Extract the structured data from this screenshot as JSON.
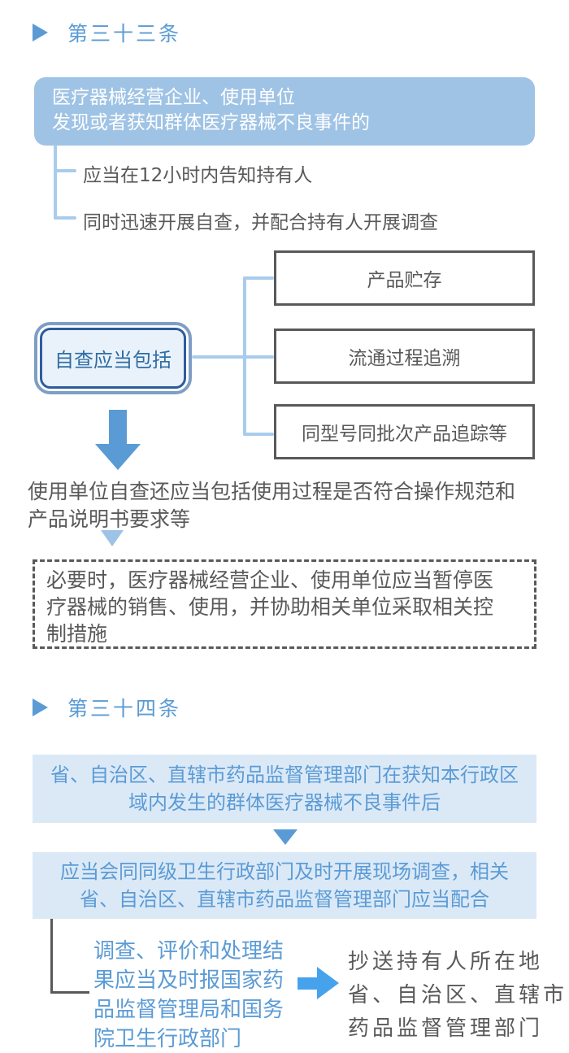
{
  "colors": {
    "accent_blue": "#5B9BD5",
    "intro_box_fill": "#9FC3E5",
    "connector_light_blue": "#A9CCED",
    "dark_gray": "#595959",
    "self_check_fill": "#E9F2FB",
    "self_check_border_outer": "#7E9EC6",
    "self_check_border_inner": "#2D5C9E",
    "self_check_text": "#2E6DA4",
    "section_box_fill": "#DBE9F7",
    "bottom_arrow_blue": "#47A2EC"
  },
  "article33": {
    "header": "第三十三条",
    "intro_lines": [
      "医疗器械经营企业、使用单位",
      "发现或者获知群体医疗器械不良事件的"
    ],
    "branches": [
      "应当在12小时内告知持有人",
      "同时迅速开展自查，并配合持有人开展调查"
    ],
    "self_check_label": "自查应当包括",
    "check_items": [
      "产品贮存",
      "流通过程追溯",
      "同型号同批次产品追踪等"
    ],
    "usage_note_lines": [
      "使用单位自查还应当包括使用过程是否符合操作规范和",
      "产品说明书要求等"
    ],
    "caution_lines": [
      "必要时，医疗器械经营企业、使用单位应当暂停医",
      "疗器械的销售、使用，并协助相关单位采取相关控",
      "制措施"
    ]
  },
  "article34": {
    "header": "第三十四条",
    "step1_lines": [
      "省、自治区、直辖市药品监督管理部门在获知本行政区",
      "域内发生的群体医疗器械不良事件后"
    ],
    "step2_lines": [
      "应当会同同级卫生行政部门及时开展现场调查，相关",
      "省、自治区、直辖市药品监督管理部门应当配合"
    ],
    "report_lines": [
      "调查、评价和处理结",
      "果应当及时报国家药",
      "品监督管理局和国务",
      "院卫生行政部门"
    ],
    "copy_lines": [
      "抄送持有人所在地",
      "省、自治区、直辖市",
      "药品监督管理部门"
    ]
  }
}
